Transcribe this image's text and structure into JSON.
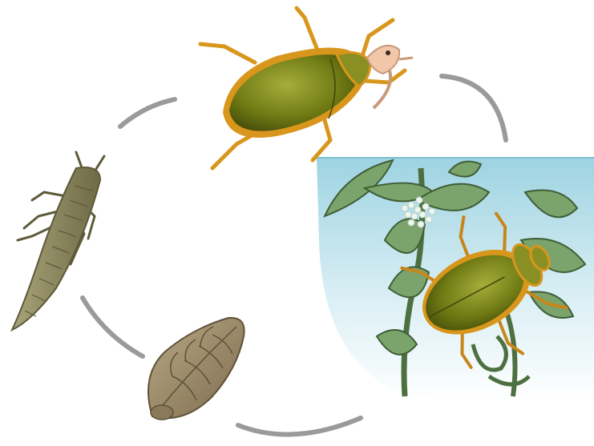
{
  "diagram": {
    "kind": "life-cycle",
    "stages": [
      {
        "id": "adult",
        "icon": "adult-water-beetle"
      },
      {
        "id": "eggs-on-plant",
        "icon": "beetle-laying-eggs-on-plant"
      },
      {
        "id": "pupa",
        "icon": "pupa"
      },
      {
        "id": "larva",
        "icon": "larva"
      }
    ],
    "colors": {
      "arrow": "#9a9a9a",
      "water_top": "#9ed3e2",
      "water_bottom": "#ffffff",
      "beetle_body": "#6f7a14",
      "beetle_rim": "#d9961c",
      "plant": "#7aa46c",
      "pupa": "#9a8a6a",
      "larva": "#8f8a62"
    }
  }
}
